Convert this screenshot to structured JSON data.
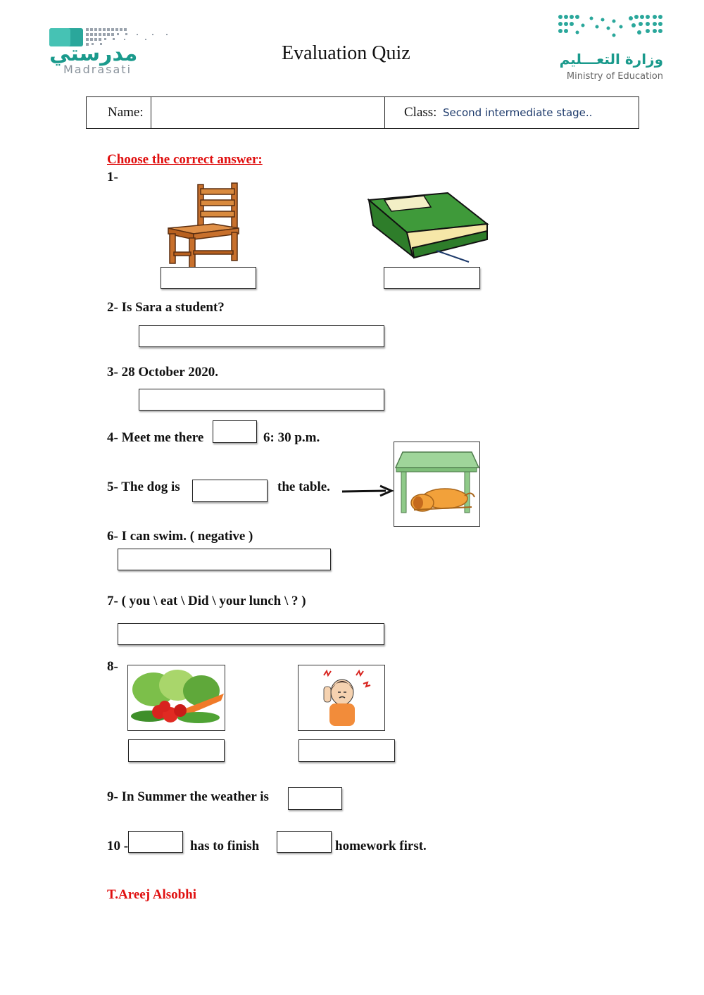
{
  "header": {
    "logo_left_text_ar": "مدرستي",
    "logo_left_text_en": "Madrasati",
    "title": "Evaluation Quiz",
    "logo_right_text_ar": "وزارة التعـــليم",
    "logo_right_text_en": "Ministry of Education"
  },
  "info": {
    "name_label": "Name:",
    "class_label": "Class:",
    "class_value": "Second intermediate stage.."
  },
  "instructions": "Choose the correct answer:",
  "questions": {
    "q1": "1-",
    "q2": "2- Is Sara a student?",
    "q3": "3- 28 October 2020.",
    "q4_pre": "4- Meet me there",
    "q4_post": "6: 30 p.m.",
    "q5_pre": "5- The dog is",
    "q5_post": "the table.",
    "q6": "6- I can swim.  ( negative )",
    "q7": "7-  ( you \\ eat \\ Did \\  your lunch \\ ? )",
    "q8": "8-",
    "q9": "9- In Summer the weather is",
    "q10_pre": "10 -",
    "q10_mid": "has to finish",
    "q10_post": "homework first."
  },
  "images": {
    "chair": "chair-illustration",
    "book": "green-book-illustration",
    "dog_under_table": "dog-under-table-illustration",
    "vegetables": "vegetables-photo",
    "headache": "girl-with-headache-illustration"
  },
  "footer": {
    "teacher": "T.Areej Alsobhi"
  },
  "colors": {
    "accent_red": "#e01010",
    "logo_teal": "#1a9a8c",
    "logo_navy": "#1d3a6b"
  }
}
